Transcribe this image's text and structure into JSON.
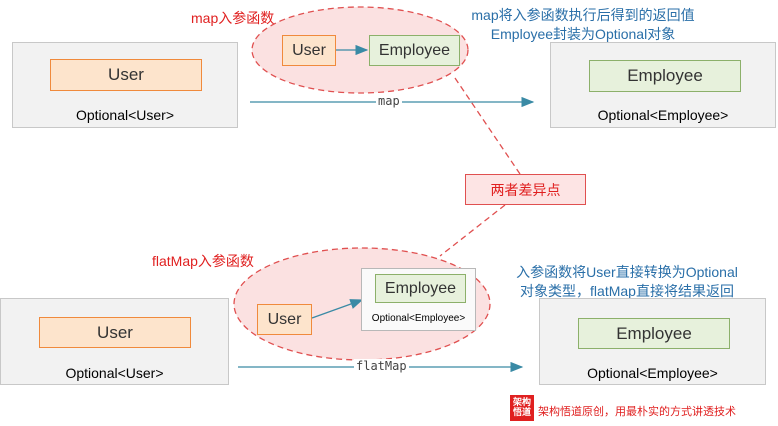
{
  "top": {
    "label": "map入参函数",
    "annotation_line1": "map将入参函数执行后得到的返回值",
    "annotation_line2": "Employee封装为Optional对象",
    "left_inner": "User",
    "left_caption": "Optional<User>",
    "ellipse_user": "User",
    "ellipse_employee": "Employee",
    "right_inner": "Employee",
    "right_caption": "Optional<Employee>",
    "arrow_label": "map"
  },
  "middle": {
    "label": "两者差异点"
  },
  "bottom": {
    "label": "flatMap入参函数",
    "annotation_line1": "入参函数将User直接转换为Optional",
    "annotation_line2": "对象类型，flatMap直接将结果返回",
    "left_inner": "User",
    "left_caption": "Optional<User>",
    "ellipse_user": "User",
    "ellipse_employee": "Employee",
    "ellipse_caption": "Optional<Employee>",
    "right_inner": "Employee",
    "right_caption": "Optional<Employee>",
    "arrow_label": "flatMap"
  },
  "footer": {
    "logo_line1": "架构",
    "logo_line2": "悟道",
    "text": "架构悟道原创，用最朴实的方式讲透技术"
  },
  "colors": {
    "accent_red": "#e02020",
    "arrow_teal": "#3a8aa5",
    "annotation_blue": "#2a6fa8"
  }
}
